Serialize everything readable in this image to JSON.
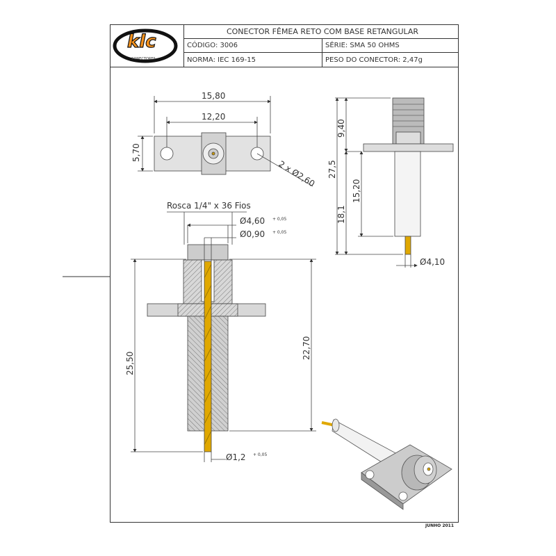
{
  "title_block": {
    "logo_text": "klc",
    "logo_subtext": "CONECTORES",
    "title": "CONECTOR FÊMEA RETO COM BASE RETANGULAR",
    "codigo": "CÓDIGO: 3006",
    "serie": "SÉRIE: SMA 50 OHMS",
    "norma": "NORMA: IEC 169-15",
    "peso": "PESO DO CONECTOR: 2,47g"
  },
  "top_view": {
    "width_overall": "15,80",
    "hole_spacing": "12,20",
    "height": "5,70",
    "hole_dia": "2 x Ø2,60"
  },
  "side_view": {
    "thread_len": "9,40",
    "total_len": "27,5",
    "body_len": "15,20",
    "below_flange": "18,1",
    "pin_dia": "Ø4,10"
  },
  "section_view": {
    "thread": "Rosca 1/4\" x 36 Fios",
    "dia1": "Ø4,60",
    "dia1_tol": "+ 0,05",
    "dia2": "Ø0,90",
    "dia2_tol": "+ 0,05",
    "total_len": "25,50",
    "body_len": "22,70",
    "pin_dia": "Ø1,2",
    "pin_tol": "+ 0,05"
  },
  "footer": {
    "date": "JUNHO 2011"
  },
  "colors": {
    "logo_orange": "#f7931e",
    "gold": "#e0a800",
    "metal": "#c8c8c8"
  }
}
